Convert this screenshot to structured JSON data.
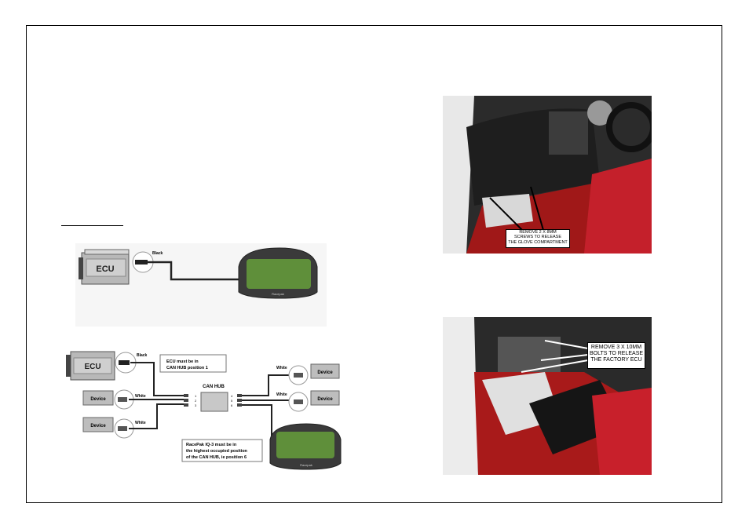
{
  "diagram1": {
    "ecu_label": "ECU",
    "cable_label": "Black",
    "dash_brand": "Racepak"
  },
  "diagram2": {
    "ecu_label": "ECU",
    "device_label": "Device",
    "black_label": "Black",
    "white_label": "White",
    "hub_label": "CAN HUB",
    "ports_left": [
      "1",
      "2",
      "3"
    ],
    "ports_right": [
      "4",
      "5",
      "6"
    ],
    "note_ecu_line1": "ECU  must be in",
    "note_ecu_line2": "CAN HUB position 1",
    "note_iq3_line1": "RacePak IQ-3 must be in",
    "note_iq3_line2": "the highest occupied position",
    "note_iq3_line3": "of the CAN HUB, ie position 6",
    "dash_brand": "Racepak"
  },
  "photo1": {
    "callout_line1": "REMOVE 2 X 8MM",
    "callout_line2": "SCREWS TO RELEASE",
    "callout_line3": "THE GLOVE COMPARTMENT"
  },
  "photo2": {
    "callout_line1": "REMOVE 3 X 10MM",
    "callout_line2": "BOLTS TO RELEASE",
    "callout_line3": "THE FACTORY ECU"
  }
}
